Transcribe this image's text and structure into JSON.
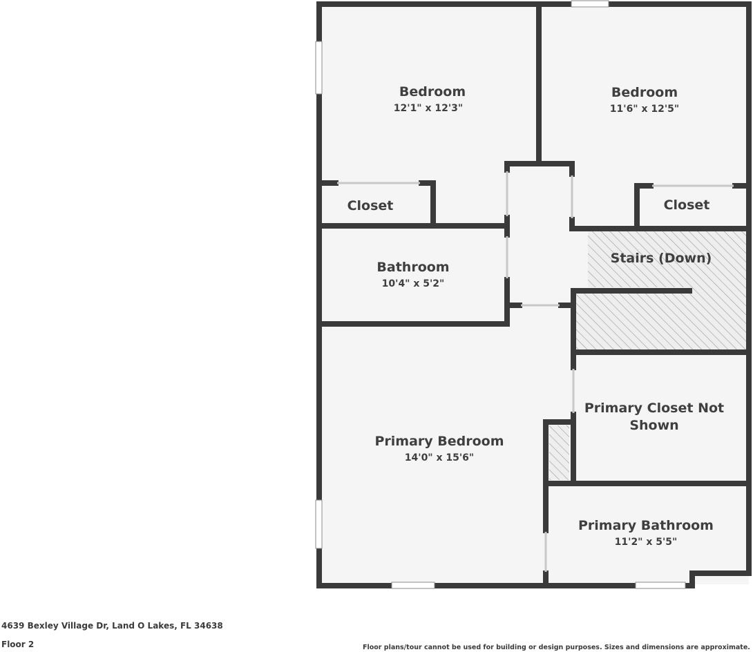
{
  "rooms": [
    {
      "id": "bedroom-1",
      "name": "Bedroom",
      "dims": "12'1\" x 12'3\""
    },
    {
      "id": "bedroom-2",
      "name": "Bedroom",
      "dims": "11'6\" x 12'5\""
    },
    {
      "id": "closet-1",
      "name": "Closet",
      "dims": ""
    },
    {
      "id": "closet-2",
      "name": "Closet",
      "dims": ""
    },
    {
      "id": "stairs",
      "name": "Stairs (Down)",
      "dims": ""
    },
    {
      "id": "bathroom",
      "name": "Bathroom",
      "dims": "10'4\" x 5'2\""
    },
    {
      "id": "primary-closet",
      "name": "Primary Closet Not",
      "name_line2": "Shown",
      "dims": ""
    },
    {
      "id": "primary-bedroom",
      "name": "Primary Bedroom",
      "dims": "14'0\" x 15'6\""
    },
    {
      "id": "primary-bathroom",
      "name": "Primary Bathroom",
      "dims": "11'2\" x 5'5\""
    }
  ],
  "footer": {
    "address": "4639 Bexley Village Dr, Land O Lakes, FL 34638",
    "floor": "Floor 2",
    "disclaimer": "Floor plans/tour cannot be used for building or design purposes. Sizes and dimensions are approximate."
  },
  "colors": {
    "wall": "#3a3a3a",
    "floor": "#f5f5f5",
    "text": "#3f3f3f"
  }
}
